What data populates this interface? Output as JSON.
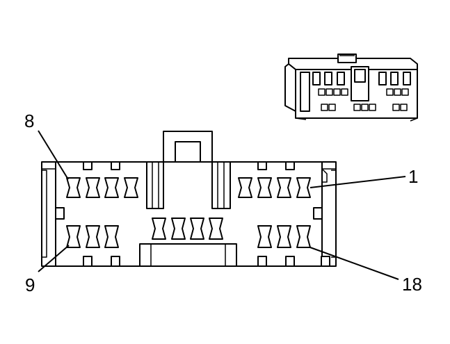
{
  "diagram": {
    "labels": {
      "pin_8": "8",
      "pin_1": "1",
      "pin_9": "9",
      "pin_18": "18"
    },
    "colors": {
      "stroke": "#000000",
      "fill": "#ffffff"
    },
    "icons": {
      "connector_face": "connector-face-icon",
      "connector_thumbnail": "connector-isometric-icon"
    }
  }
}
